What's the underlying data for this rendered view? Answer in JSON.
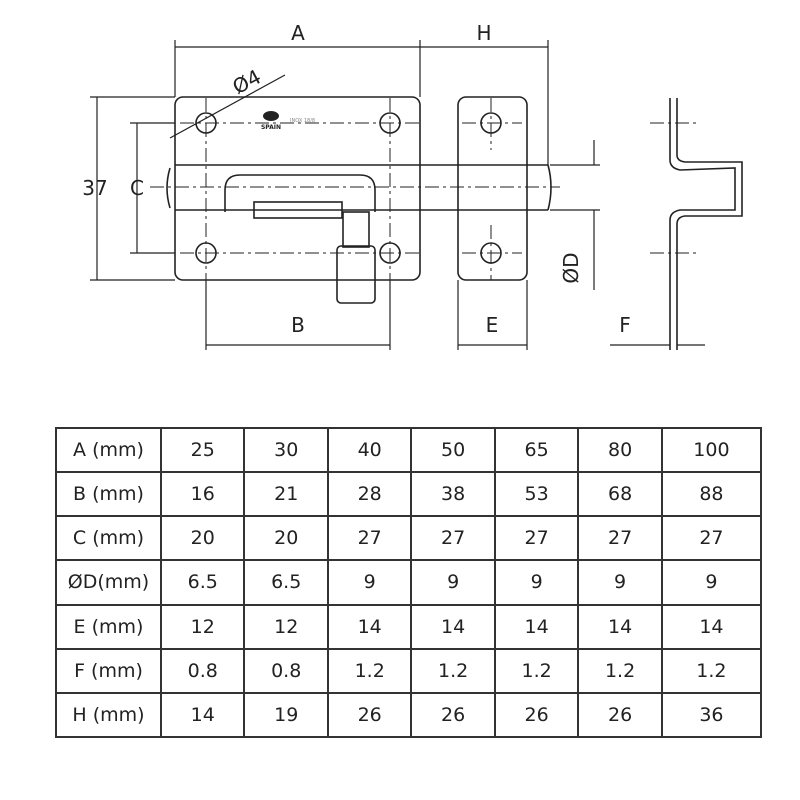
{
  "drawing": {
    "labels": {
      "A": "A",
      "H": "H",
      "d4": "Ø4",
      "h37": "37",
      "C": "C",
      "B": "B",
      "E": "E",
      "D": "ØD",
      "F": "F"
    },
    "logo": {
      "country": "SPAIN",
      "material": "INOX 18/8"
    }
  },
  "table": {
    "rows": [
      {
        "label": "A (mm)",
        "values": [
          "25",
          "30",
          "40",
          "50",
          "65",
          "80",
          "100"
        ]
      },
      {
        "label": "B (mm)",
        "values": [
          "16",
          "21",
          "28",
          "38",
          "53",
          "68",
          "88"
        ]
      },
      {
        "label": "C (mm)",
        "values": [
          "20",
          "20",
          "27",
          "27",
          "27",
          "27",
          "27"
        ]
      },
      {
        "label": "ØD(mm)",
        "values": [
          "6.5",
          "6.5",
          "9",
          "9",
          "9",
          "9",
          "9"
        ]
      },
      {
        "label": "E (mm)",
        "values": [
          "12",
          "12",
          "14",
          "14",
          "14",
          "14",
          "14"
        ]
      },
      {
        "label": "F (mm)",
        "values": [
          "0.8",
          "0.8",
          "1.2",
          "1.2",
          "1.2",
          "1.2",
          "1.2"
        ]
      },
      {
        "label": "H (mm)",
        "values": [
          "14",
          "19",
          "26",
          "26",
          "26",
          "26",
          "36"
        ]
      }
    ]
  }
}
